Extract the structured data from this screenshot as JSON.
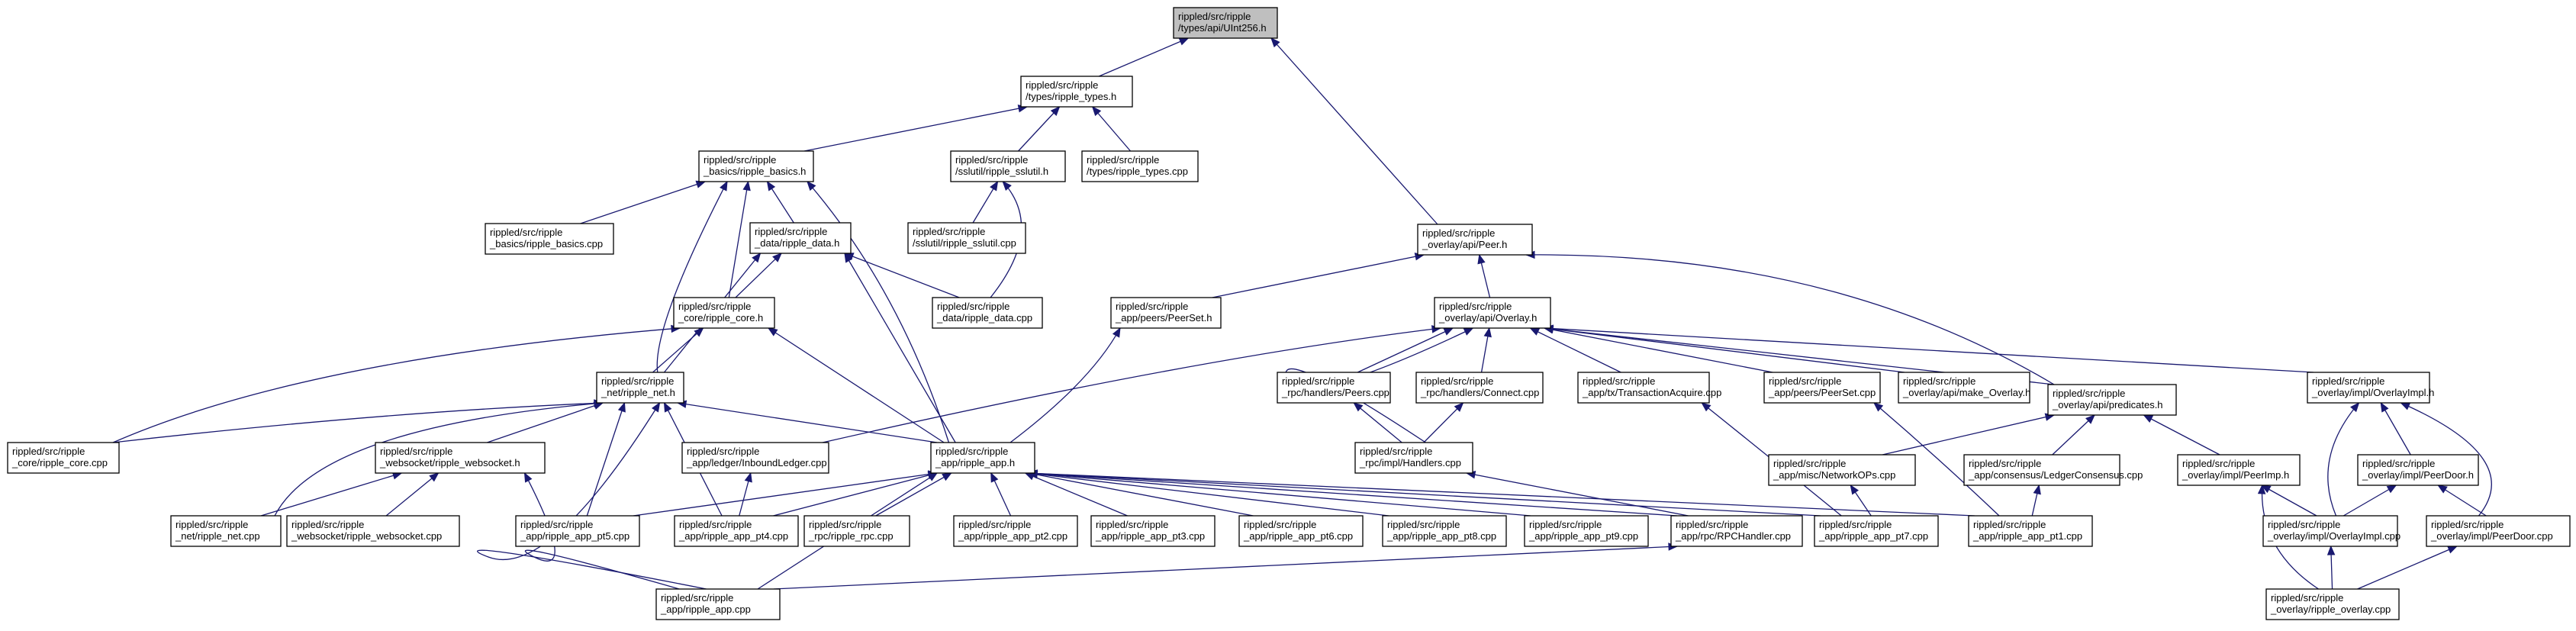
{
  "graph": {
    "nodes": [
      {
        "id": "root",
        "lines": [
          "rippled/src/ripple",
          "/types/api/UInt256.h"
        ],
        "root": true
      },
      {
        "id": "types",
        "lines": [
          "rippled/src/ripple",
          "/types/ripple_types.h"
        ]
      },
      {
        "id": "peer",
        "lines": [
          "rippled/src/ripple",
          "_overlay/api/Peer.h"
        ]
      },
      {
        "id": "basics",
        "lines": [
          "rippled/src/ripple",
          "_basics/ripple_basics.h"
        ]
      },
      {
        "id": "sslutil",
        "lines": [
          "rippled/src/ripple",
          "/sslutil/ripple_sslutil.h"
        ]
      },
      {
        "id": "typescpp",
        "lines": [
          "rippled/src/ripple",
          "/types/ripple_types.cpp"
        ]
      },
      {
        "id": "basicscpp",
        "lines": [
          "rippled/src/ripple",
          "_basics/ripple_basics.cpp"
        ]
      },
      {
        "id": "datah",
        "lines": [
          "rippled/src/ripple",
          "_data/ripple_data.h"
        ]
      },
      {
        "id": "sslutilcpp",
        "lines": [
          "rippled/src/ripple",
          "/sslutil/ripple_sslutil.cpp"
        ]
      },
      {
        "id": "coreh",
        "lines": [
          "rippled/src/ripple",
          "_core/ripple_core.h"
        ]
      },
      {
        "id": "datacpp",
        "lines": [
          "rippled/src/ripple",
          "_data/ripple_data.cpp"
        ]
      },
      {
        "id": "peerset",
        "lines": [
          "rippled/src/ripple",
          "_app/peers/PeerSet.h"
        ]
      },
      {
        "id": "overlay",
        "lines": [
          "rippled/src/ripple",
          "_overlay/api/Overlay.h"
        ]
      },
      {
        "id": "neth",
        "lines": [
          "rippled/src/ripple",
          "_net/ripple_net.h"
        ]
      },
      {
        "id": "peerscpp",
        "lines": [
          "rippled/src/ripple",
          "_rpc/handlers/Peers.cpp"
        ]
      },
      {
        "id": "connectcpp",
        "lines": [
          "rippled/src/ripple",
          "_rpc/handlers/Connect.cpp"
        ]
      },
      {
        "id": "txacq",
        "lines": [
          "rippled/src/ripple",
          "_app/tx/TransactionAcquire.cpp"
        ]
      },
      {
        "id": "peersetcpp",
        "lines": [
          "rippled/src/ripple",
          "_app/peers/PeerSet.cpp"
        ]
      },
      {
        "id": "makeov",
        "lines": [
          "rippled/src/ripple",
          "_overlay/api/make_Overlay.h"
        ]
      },
      {
        "id": "predicates",
        "lines": [
          "rippled/src/ripple",
          "_overlay/api/predicates.h"
        ]
      },
      {
        "id": "overlayimplh",
        "lines": [
          "rippled/src/ripple",
          "_overlay/impl/OverlayImpl.h"
        ]
      },
      {
        "id": "corecpp",
        "lines": [
          "rippled/src/ripple",
          "_core/ripple_core.cpp"
        ]
      },
      {
        "id": "wsh",
        "lines": [
          "rippled/src/ripple",
          "_websocket/ripple_websocket.h"
        ]
      },
      {
        "id": "inbound",
        "lines": [
          "rippled/src/ripple",
          "_app/ledger/InboundLedger.cpp"
        ]
      },
      {
        "id": "apph",
        "lines": [
          "rippled/src/ripple",
          "_app/ripple_app.h"
        ]
      },
      {
        "id": "handlersh",
        "lines": [
          "rippled/src/ripple",
          "_rpc/impl/Handlers.cpp"
        ]
      },
      {
        "id": "netops",
        "lines": [
          "rippled/src/ripple",
          "_app/misc/NetworkOPs.cpp"
        ]
      },
      {
        "id": "ledgercons",
        "lines": [
          "rippled/src/ripple",
          "_app/consensus/LedgerConsensus.cpp"
        ]
      },
      {
        "id": "peerimph",
        "lines": [
          "rippled/src/ripple",
          "_overlay/impl/PeerImp.h"
        ]
      },
      {
        "id": "peerdoorh",
        "lines": [
          "rippled/src/ripple",
          "_overlay/impl/PeerDoor.h"
        ]
      },
      {
        "id": "netcpp",
        "lines": [
          "rippled/src/ripple",
          "_net/ripple_net.cpp"
        ]
      },
      {
        "id": "wscpp",
        "lines": [
          "rippled/src/ripple",
          "_websocket/ripple_websocket.cpp"
        ]
      },
      {
        "id": "pt5",
        "lines": [
          "rippled/src/ripple",
          "_app/ripple_app_pt5.cpp"
        ]
      },
      {
        "id": "pt4",
        "lines": [
          "rippled/src/ripple",
          "_app/ripple_app_pt4.cpp"
        ]
      },
      {
        "id": "rpccpp",
        "lines": [
          "rippled/src/ripple",
          "_rpc/ripple_rpc.cpp"
        ]
      },
      {
        "id": "pt2",
        "lines": [
          "rippled/src/ripple",
          "_app/ripple_app_pt2.cpp"
        ]
      },
      {
        "id": "pt3",
        "lines": [
          "rippled/src/ripple",
          "_app/ripple_app_pt3.cpp"
        ]
      },
      {
        "id": "pt6",
        "lines": [
          "rippled/src/ripple",
          "_app/ripple_app_pt6.cpp"
        ]
      },
      {
        "id": "pt8",
        "lines": [
          "rippled/src/ripple",
          "_app/ripple_app_pt8.cpp"
        ]
      },
      {
        "id": "pt9",
        "lines": [
          "rippled/src/ripple",
          "_app/ripple_app_pt9.cpp"
        ]
      },
      {
        "id": "rpchandler",
        "lines": [
          "rippled/src/ripple",
          "_app/rpc/RPCHandler.cpp"
        ]
      },
      {
        "id": "pt7",
        "lines": [
          "rippled/src/ripple",
          "_app/ripple_app_pt7.cpp"
        ]
      },
      {
        "id": "pt1",
        "lines": [
          "rippled/src/ripple",
          "_app/ripple_app_pt1.cpp"
        ]
      },
      {
        "id": "overlayimplcpp",
        "lines": [
          "rippled/src/ripple",
          "_overlay/impl/OverlayImpl.cpp"
        ]
      },
      {
        "id": "peerdoorcpp",
        "lines": [
          "rippled/src/ripple",
          "_overlay/impl/PeerDoor.cpp"
        ]
      },
      {
        "id": "appcpp",
        "lines": [
          "rippled/src/ripple",
          "_app/ripple_app.cpp"
        ]
      },
      {
        "id": "ovcpp",
        "lines": [
          "rippled/src/ripple",
          "_overlay/ripple_overlay.cpp"
        ]
      }
    ],
    "edges": [
      [
        "types",
        "root"
      ],
      [
        "peer",
        "root"
      ],
      [
        "basics",
        "types"
      ],
      [
        "sslutil",
        "types"
      ],
      [
        "typescpp",
        "types"
      ],
      [
        "basicscpp",
        "basics"
      ],
      [
        "datah",
        "basics"
      ],
      [
        "coreh",
        "basics"
      ],
      [
        "neth",
        "basics"
      ],
      [
        "apph",
        "basics"
      ],
      [
        "sslutilcpp",
        "sslutil"
      ],
      [
        "datacpp",
        "sslutil"
      ],
      [
        "coreh",
        "datah"
      ],
      [
        "datacpp",
        "datah"
      ],
      [
        "neth",
        "datah"
      ],
      [
        "apph",
        "datah"
      ],
      [
        "neth",
        "coreh"
      ],
      [
        "corecpp",
        "coreh"
      ],
      [
        "apph",
        "coreh"
      ],
      [
        "peerset",
        "peer"
      ],
      [
        "overlay",
        "peer"
      ],
      [
        "predicates",
        "peer"
      ],
      [
        "apph",
        "peerset"
      ],
      [
        "inbound",
        "overlay"
      ],
      [
        "peerscpp",
        "overlay"
      ],
      [
        "connectcpp",
        "overlay"
      ],
      [
        "handlersh",
        "overlay"
      ],
      [
        "txacq",
        "overlay"
      ],
      [
        "peersetcpp",
        "overlay"
      ],
      [
        "makeov",
        "overlay"
      ],
      [
        "predicates",
        "overlay"
      ],
      [
        "overlayimplh",
        "overlay"
      ],
      [
        "corecpp",
        "neth"
      ],
      [
        "wsh",
        "neth"
      ],
      [
        "apph",
        "neth"
      ],
      [
        "netcpp",
        "neth"
      ],
      [
        "pt5",
        "neth"
      ],
      [
        "pt4",
        "neth"
      ],
      [
        "appcpp",
        "neth"
      ],
      [
        "handlersh",
        "peerscpp"
      ],
      [
        "handlersh",
        "connectcpp"
      ],
      [
        "pt7",
        "txacq"
      ],
      [
        "pt1",
        "peersetcpp"
      ],
      [
        "netops",
        "predicates"
      ],
      [
        "ledgercons",
        "predicates"
      ],
      [
        "peerimph",
        "predicates"
      ],
      [
        "overlayimplcpp",
        "overlayimplh"
      ],
      [
        "peerdoorh",
        "overlayimplh"
      ],
      [
        "peerdoorcpp",
        "overlayimplh"
      ],
      [
        "netcpp",
        "wsh"
      ],
      [
        "wscpp",
        "wsh"
      ],
      [
        "appcpp",
        "wsh"
      ],
      [
        "pt4",
        "inbound"
      ],
      [
        "pt5",
        "apph"
      ],
      [
        "pt4",
        "apph"
      ],
      [
        "rpccpp",
        "apph"
      ],
      [
        "pt2",
        "apph"
      ],
      [
        "pt3",
        "apph"
      ],
      [
        "pt6",
        "apph"
      ],
      [
        "pt8",
        "apph"
      ],
      [
        "pt9",
        "apph"
      ],
      [
        "rpchandler",
        "apph"
      ],
      [
        "pt7",
        "apph"
      ],
      [
        "pt1",
        "apph"
      ],
      [
        "appcpp",
        "apph"
      ],
      [
        "rpchandler",
        "handlersh"
      ],
      [
        "pt7",
        "netops"
      ],
      [
        "pt1",
        "ledgercons"
      ],
      [
        "overlayimplcpp",
        "peerimph"
      ],
      [
        "ovcpp",
        "peerimph"
      ],
      [
        "overlayimplcpp",
        "peerdoorh"
      ],
      [
        "peerdoorcpp",
        "peerdoorh"
      ],
      [
        "appcpp",
        "rpchandler"
      ],
      [
        "ovcpp",
        "overlayimplcpp"
      ],
      [
        "ovcpp",
        "peerdoorcpp"
      ]
    ]
  }
}
